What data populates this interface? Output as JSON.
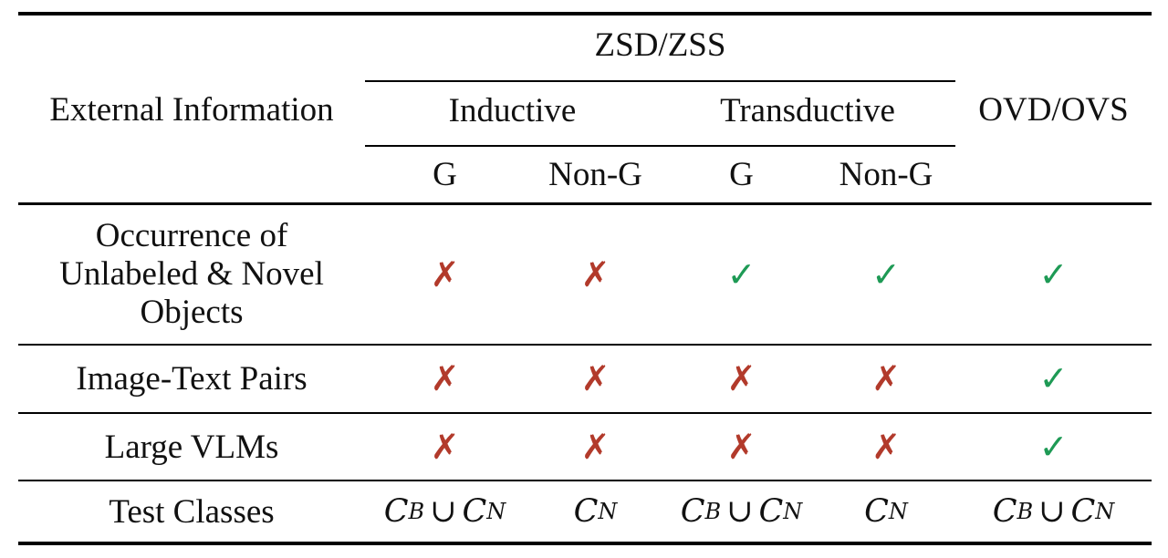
{
  "colors": {
    "cross": "#b23a2b",
    "check": "#1e9a55",
    "rule": "#000000"
  },
  "header": {
    "row_label": "External Information",
    "group_zsd": "ZSD/ZSS",
    "inductive": "Inductive",
    "transductive": "Transductive",
    "ovd": "OVD/OVS",
    "sub_g_1": "G",
    "sub_nong_1": "Non-G",
    "sub_g_2": "G",
    "sub_nong_2": "Non-G"
  },
  "rows": [
    {
      "label": "Occurrence of Unlabeled & Novel Objects",
      "cells": [
        {
          "mark": "✗",
          "type": "cross"
        },
        {
          "mark": "✗",
          "type": "cross"
        },
        {
          "mark": "✓",
          "type": "check"
        },
        {
          "mark": "✓",
          "type": "check"
        },
        {
          "mark": "✓",
          "type": "check"
        }
      ]
    },
    {
      "label": "Image-Text Pairs",
      "cells": [
        {
          "mark": "✗",
          "type": "cross"
        },
        {
          "mark": "✗",
          "type": "cross"
        },
        {
          "mark": "✗",
          "type": "cross"
        },
        {
          "mark": "✗",
          "type": "cross"
        },
        {
          "mark": "✓",
          "type": "check"
        }
      ]
    },
    {
      "label": "Large VLMs",
      "cells": [
        {
          "mark": "✗",
          "type": "cross"
        },
        {
          "mark": "✗",
          "type": "cross"
        },
        {
          "mark": "✗",
          "type": "cross"
        },
        {
          "mark": "✗",
          "type": "cross"
        },
        {
          "mark": "✓",
          "type": "check"
        }
      ]
    }
  ],
  "test_classes": {
    "label": "Test Classes",
    "symbol_c": "C",
    "sub_b": "B",
    "sub_n": "N",
    "union": "∪",
    "cells": [
      "B∪N",
      "N",
      "B∪N",
      "N",
      "B∪N"
    ]
  }
}
